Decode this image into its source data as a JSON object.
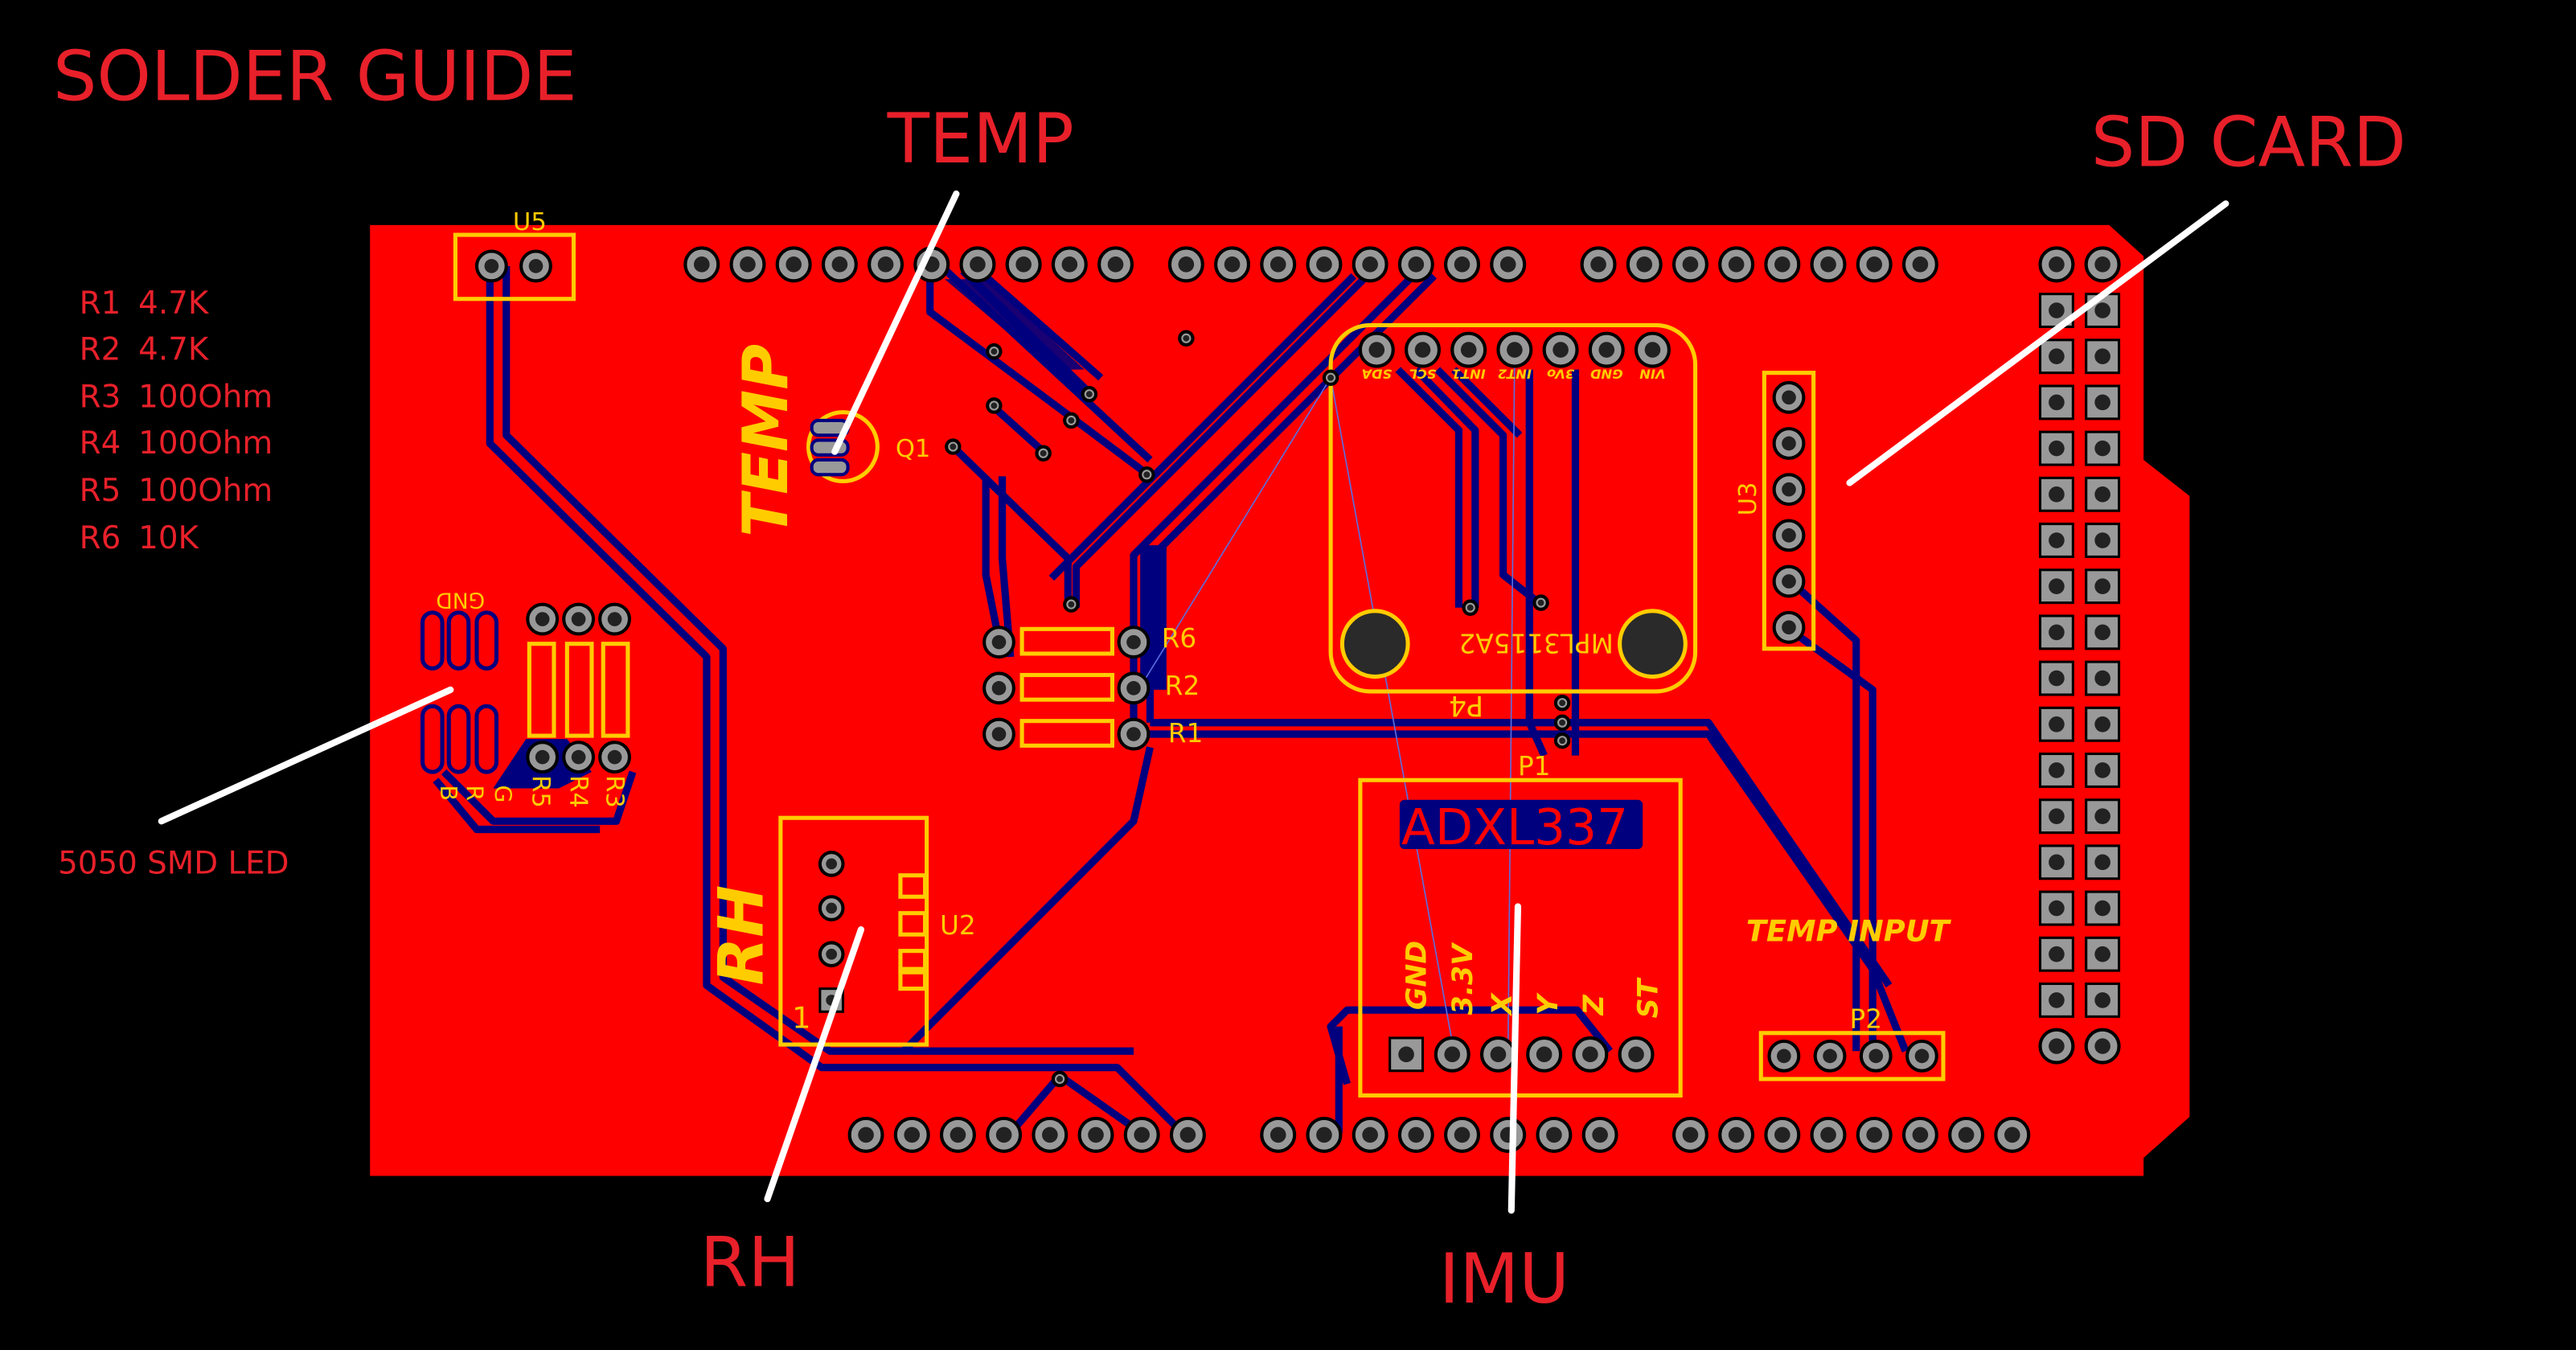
{
  "title": "SOLDER GUIDE",
  "bom": [
    {
      "ref": "R1",
      "value": "4.7K"
    },
    {
      "ref": "R2",
      "value": "4.7K"
    },
    {
      "ref": "R3",
      "value": "100Ohm"
    },
    {
      "ref": "R4",
      "value": "100Ohm"
    },
    {
      "ref": "R5",
      "value": "100Ohm"
    },
    {
      "ref": "R6",
      "value": "10K"
    }
  ],
  "callouts": {
    "temp": "TEMP",
    "sd_card": "SD CARD",
    "rh": "RH",
    "imu": "IMU",
    "led": "5050 SMD LED"
  },
  "silkscreen": {
    "u5": "U5",
    "q1": "Q1",
    "temp_label": "TEMP",
    "r6": "R6",
    "r2": "R2",
    "r1": "R1",
    "r3": "R3",
    "r4": "R4",
    "r5": "R5",
    "led_gnd": "GND",
    "led_b": "B",
    "led_r": "R",
    "led_g": "G",
    "u2": "U2",
    "u2_pin1": "1",
    "rh_label": "RH",
    "u3": "U3",
    "p4": "P4",
    "mpl_name": "MPL3115A2",
    "mpl_pins": [
      "SDA",
      "SCL",
      "INT1",
      "INT2",
      "3Vo",
      "GND",
      "VIN"
    ],
    "p1": "P1",
    "adxl_name": "ADXL337",
    "adxl_pins": [
      "GND",
      "3.3V",
      "X",
      "Y",
      "Z",
      "ST"
    ],
    "temp_input": "TEMP INPUT",
    "p2": "P2"
  },
  "colors": {
    "board": "#ff0000",
    "trace": "#00007f",
    "silkscreen": "#ffcc00",
    "annotation": "#e8202a",
    "pointer": "#ffffff"
  }
}
